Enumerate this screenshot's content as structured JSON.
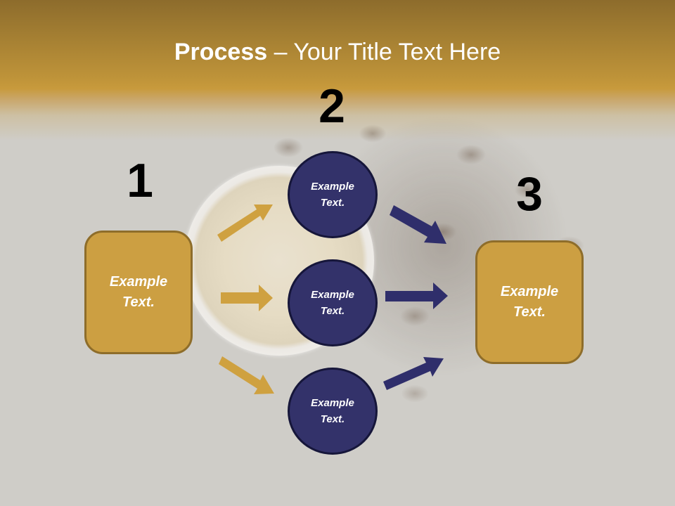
{
  "slide": {
    "title": {
      "bold_part": "Process",
      "rest": " – Your Title Text Here"
    },
    "colors": {
      "header_gold": "#c89a3c",
      "box_fill": "#cc9f42",
      "box_border": "#8e6d2a",
      "circle_fill": "#33326a",
      "circle_border": "#16163a",
      "arrow_gold": "#cfa140",
      "arrow_navy": "#2f2e6b",
      "background": "#cfcdc8"
    },
    "steps": [
      {
        "number": "1",
        "line1": "Example",
        "line2": "Text."
      },
      {
        "number": "2"
      },
      {
        "number": "3",
        "line1": "Example",
        "line2": "Text."
      }
    ],
    "circles": [
      {
        "line1": "Example",
        "line2": "Text."
      },
      {
        "line1": "Example",
        "line2": "Text."
      },
      {
        "line1": "Example",
        "line2": "Text."
      }
    ],
    "arrows": [
      {
        "id": "gold-up",
        "direction": "up-right"
      },
      {
        "id": "gold-right",
        "direction": "right"
      },
      {
        "id": "gold-down",
        "direction": "down-right"
      },
      {
        "id": "navy-down",
        "direction": "down-right"
      },
      {
        "id": "navy-right",
        "direction": "right"
      },
      {
        "id": "navy-up",
        "direction": "up-right"
      }
    ]
  }
}
